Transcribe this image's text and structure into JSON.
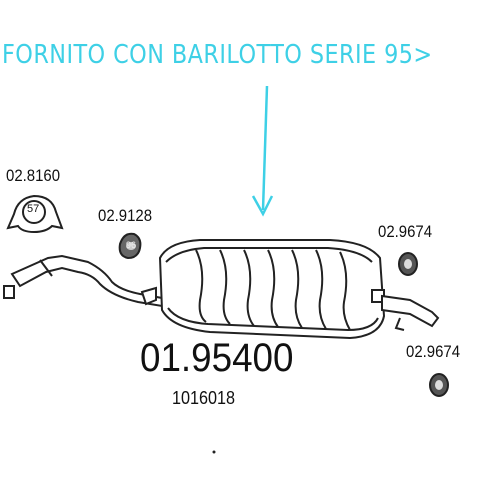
{
  "header_note": "FORNITO CON BARILOTTO SERIE 95>",
  "colors": {
    "note": "#3ed0e6",
    "arrow": "#3ed0e6",
    "line": "#222222",
    "fill": "#ffffff"
  },
  "parts": {
    "hanger_a_code": "02.8160",
    "hanger_a_number": "57",
    "mount_b_code": "02.9128",
    "mount_b_number": "96",
    "rubber_c_code": "02.9674",
    "rubber_d_code": "02.9674",
    "muffler_code": "01.95400",
    "reference_code": "1016018"
  }
}
